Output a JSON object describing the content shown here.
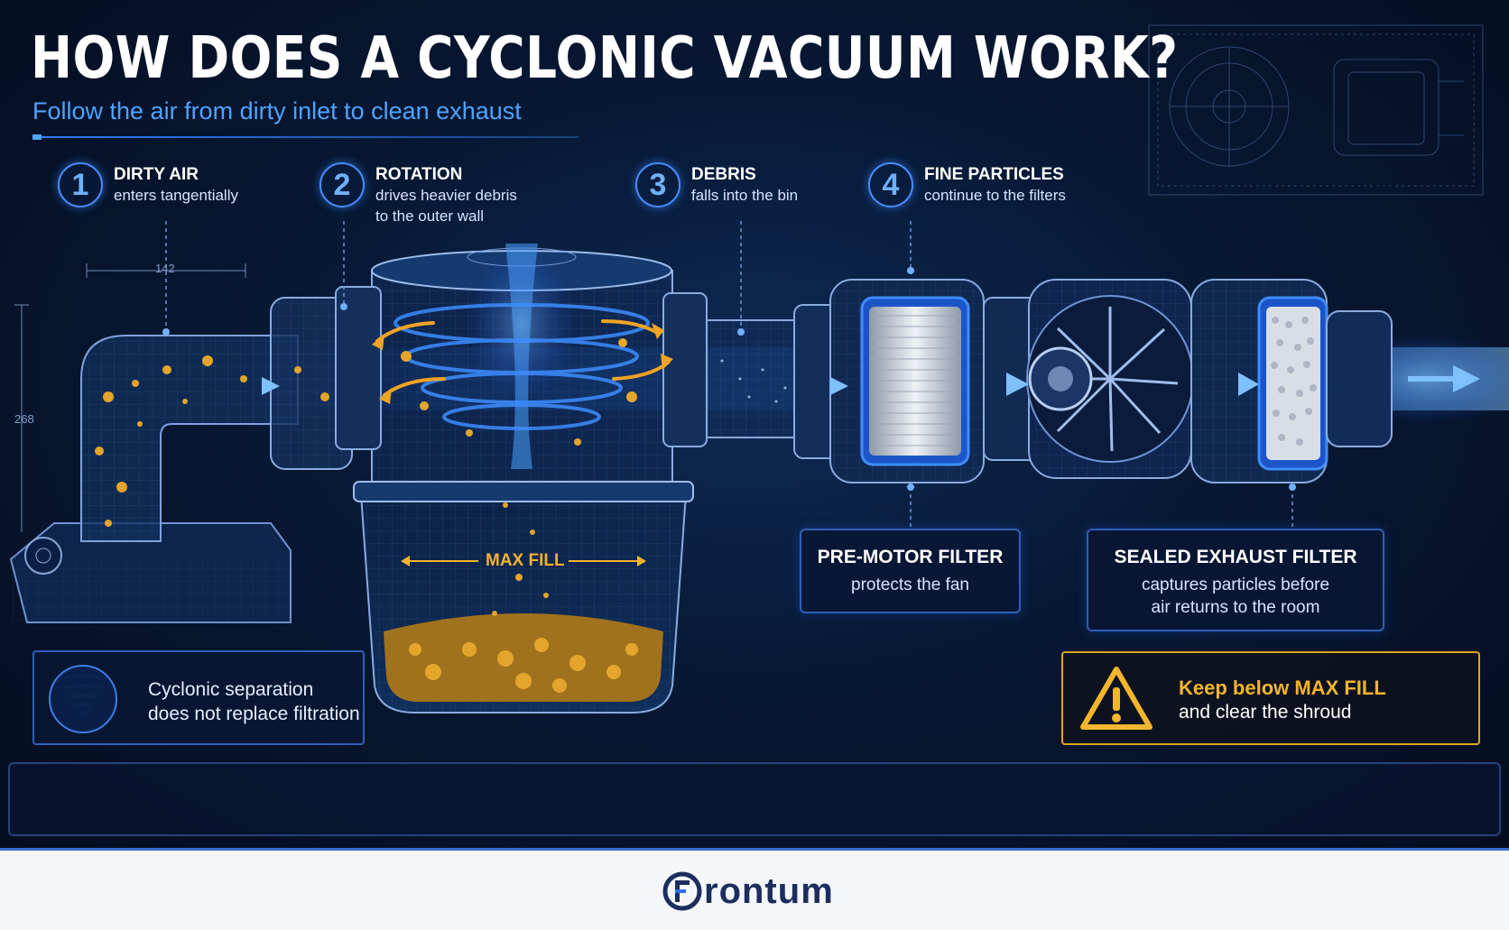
{
  "header": {
    "title": "HOW DOES A CYCLONIC VACUUM WORK?",
    "subtitle": "Follow the air from dirty inlet to clean exhaust"
  },
  "steps": [
    {
      "number": "1",
      "title": "DIRTY AIR",
      "desc_line1": "enters tangentially",
      "desc_line2": ""
    },
    {
      "number": "2",
      "title": "ROTATION",
      "desc_line1": "drives heavier debris",
      "desc_line2": "to the outer wall"
    },
    {
      "number": "3",
      "title": "DEBRIS",
      "desc_line1": "falls into the bin",
      "desc_line2": ""
    },
    {
      "number": "4",
      "title": "FINE PARTICLES",
      "desc_line1": "continue to the filters",
      "desc_line2": ""
    }
  ],
  "dimensions": {
    "width_label": "142",
    "height_label": "268"
  },
  "bin": {
    "max_fill_label": "MAX FILL"
  },
  "filters": {
    "pre_motor": {
      "title": "PRE-MOTOR FILTER",
      "desc_line1": "protects the fan",
      "desc_line2": ""
    },
    "exhaust": {
      "title": "SEALED EXHAUST FILTER",
      "desc_line1": "captures particles before",
      "desc_line2": "air returns to the room"
    }
  },
  "note": {
    "icon": "tornado-icon",
    "line1": "Cyclonic separation",
    "line2": "does not replace filtration"
  },
  "warning": {
    "icon": "warning-triangle-icon",
    "title": "Keep below MAX FILL",
    "desc": "and clear the shroud"
  },
  "footer": {
    "logo_icon": "frontum-logo-icon",
    "logo_text": "rontum"
  },
  "colors": {
    "accent_blue": "#4a8cff",
    "debris_gold": "#e0a421",
    "background": "#061228",
    "footer_bg": "#f4f6f9"
  }
}
